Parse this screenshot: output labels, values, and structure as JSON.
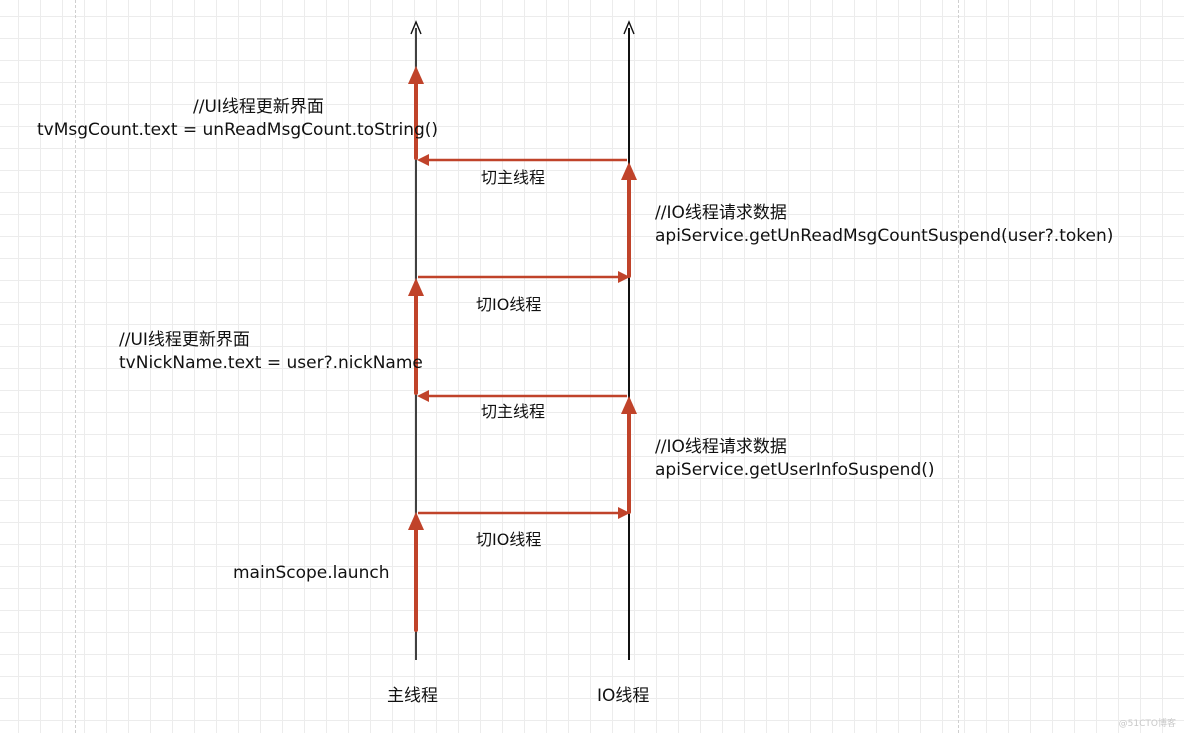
{
  "colors": {
    "arrow_red": "#c0432a",
    "line_black": "#111111",
    "grid": "#ececec",
    "dashed_guide": "#cfcfcf"
  },
  "annotations": {
    "ui_update_1_comment": "//UI线程更新界面",
    "ui_update_1_code": "tvMsgCount.text = unReadMsgCount.toString()",
    "io_request_2_comment": "//IO线程请求数据",
    "io_request_2_code": "apiService.getUnReadMsgCountSuspend(user?.token)",
    "ui_update_2_comment": "//UI线程更新界面",
    "ui_update_2_code": "tvNickName.text = user?.nickName",
    "io_request_1_comment": "//IO线程请求数据",
    "io_request_1_code": "apiService.getUserInfoSuspend()",
    "launch": "mainScope.launch"
  },
  "arrows": {
    "switch_main_top": "切主线程",
    "switch_io_top": "切IO线程",
    "switch_main_bottom": "切主线程",
    "switch_io_bottom": "切IO线程"
  },
  "axes": {
    "main_thread": "主线程",
    "io_thread": "IO线程"
  },
  "watermark": "@51CTO博客"
}
